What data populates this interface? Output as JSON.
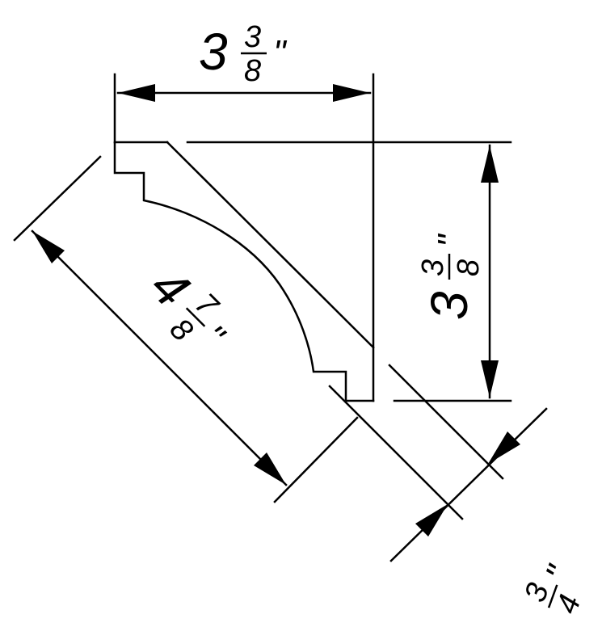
{
  "drawing": {
    "dimensions": {
      "top_width": {
        "whole": "3",
        "numerator": "3",
        "denominator": "8",
        "unit": "\""
      },
      "right_height": {
        "whole": "3",
        "numerator": "3",
        "denominator": "8",
        "unit": "\""
      },
      "diagonal_face": {
        "whole": "4",
        "numerator": "7",
        "denominator": "8",
        "unit": "\""
      },
      "thickness": {
        "numerator": "3",
        "denominator": "4",
        "unit": "\""
      }
    }
  }
}
